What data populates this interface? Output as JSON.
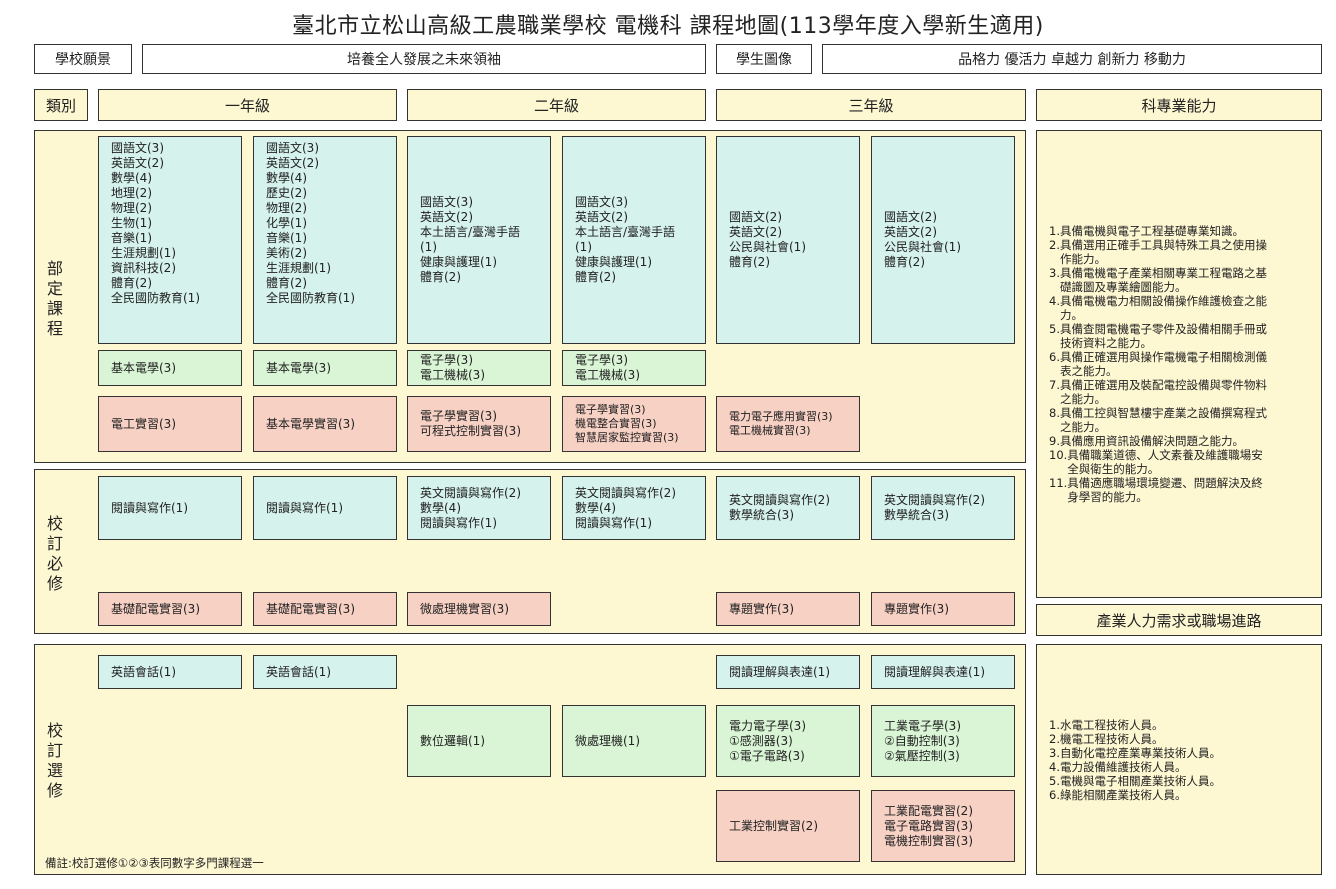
{
  "title": "臺北市立松山高級工農職業學校 電機科 課程地圖(113學年度入學新生適用)",
  "header": {
    "vision_label": "學校願景",
    "vision_value": "培養全人發展之未來領袖",
    "student_label": "學生圖像",
    "student_value": "品格力 優活力 卓越力 創新力 移動力"
  },
  "columns": {
    "category": "類別",
    "grade1": "一年級",
    "grade2": "二年級",
    "grade3": "三年級",
    "abilities": "科專業能力"
  },
  "sections": {
    "required": "部定課程",
    "school_required": "校訂必修",
    "school_elective": "校訂選修"
  },
  "required": {
    "general": [
      [
        "國語文(3)",
        "英語文(2)",
        "數學(4)",
        "地理(2)",
        "物理(2)",
        "生物(1)",
        "音樂(1)",
        "生涯規劃(1)",
        "資訊科技(2)",
        "體育(2)",
        "全民國防教育(1)"
      ],
      [
        "國語文(3)",
        "英語文(2)",
        "數學(4)",
        "歷史(2)",
        "物理(2)",
        "化學(1)",
        "音樂(1)",
        "美術(2)",
        "生涯規劃(1)",
        "體育(2)",
        "全民國防教育(1)"
      ],
      [
        "國語文(3)",
        "英語文(2)",
        "本土語言/臺灣手語",
        "(1)",
        "健康與護理(1)",
        "體育(2)"
      ],
      [
        "國語文(3)",
        "英語文(2)",
        "本土語言/臺灣手語",
        "(1)",
        "健康與護理(1)",
        "體育(2)"
      ],
      [
        "國語文(2)",
        "英語文(2)",
        "公民與社會(1)",
        "體育(2)"
      ],
      [
        "國語文(2)",
        "英語文(2)",
        "公民與社會(1)",
        "體育(2)"
      ]
    ],
    "professional": [
      [
        "基本電學(3)"
      ],
      [
        "基本電學(3)"
      ],
      [
        "電子學(3)",
        "電工機械(3)"
      ],
      [
        "電子學(3)",
        "電工機械(3)"
      ]
    ],
    "practice": [
      [
        "電工實習(3)"
      ],
      [
        "基本電學實習(3)"
      ],
      [
        "電子學實習(3)",
        "可程式控制實習(3)"
      ],
      [
        "電子學實習(3)",
        "機電整合實習(3)",
        "智慧居家監控實習(3)"
      ],
      [
        "電力電子應用實習(3)",
        "電工機械實習(3)"
      ]
    ]
  },
  "school_required": {
    "courses": [
      [
        "閱讀與寫作(1)"
      ],
      [
        "閱讀與寫作(1)"
      ],
      [
        "英文閱讀與寫作(2)",
        "數學(4)",
        "閱讀與寫作(1)"
      ],
      [
        "英文閱讀與寫作(2)",
        "數學(4)",
        "閱讀與寫作(1)"
      ],
      [
        "英文閱讀與寫作(2)",
        "數學統合(3)"
      ],
      [
        "英文閱讀與寫作(2)",
        "數學統合(3)"
      ]
    ],
    "practice": [
      "基礎配電實習(3)",
      "基礎配電實習(3)",
      "微處理機實習(3)",
      "專題實作(3)",
      "專題實作(3)"
    ]
  },
  "school_elective": {
    "row1": [
      "英語會話(1)",
      "英語會話(1)",
      "閱讀理解與表達(1)",
      "閱讀理解與表達(1)"
    ],
    "row2": [
      [
        "數位邏輯(1)"
      ],
      [
        "微處理機(1)"
      ],
      [
        "電力電子學(3)",
        "①感測器(3)",
        "①電子電路(3)"
      ],
      [
        "工業電子學(3)",
        "②自動控制(3)",
        "②氣壓控制(3)"
      ]
    ],
    "row3": [
      [
        "工業控制實習(2)"
      ],
      [
        "工業配電實習(2)",
        "電子電路實習(3)",
        "電機控制實習(3)"
      ]
    ],
    "note": "備註:校訂選修①②③表同數字多門課程選一"
  },
  "abilities": [
    "1.具備電機與電子工程基礎專業知識。",
    "2.具備選用正確手工具與特殊工具之使用操",
    "   作能力。",
    "3.具備電機電子產業相關專業工程電路之基",
    "   礎識圖及專業繪圖能力。",
    "4.具備電機電力相關設備操作維護檢查之能",
    "   力。",
    "5.具備查閱電機電子零件及設備相關手冊或",
    "   技術資料之能力。",
    "6.具備正確選用與操作電機電子相關檢測儀",
    "   表之能力。",
    "7.具備正確選用及裝配電控設備與零件物料",
    "   之能力。",
    "8.具備工控與智慧樓宇產業之設備撰寫程式",
    "   之能力。",
    "9.具備應用資訊設備解決問題之能力。",
    "10.具備職業道德、人文素養及維護職場安",
    "     全與衛生的能力。",
    "11.具備適應職場環境變遷、問題解決及終",
    "     身學習的能力。"
  ],
  "careers_title": "產業人力需求或職場進路",
  "careers": [
    "1.水電工程技術人員。",
    "2.機電工程技術人員。",
    "3.自動化電控產業專業技術人員。",
    "4.電力設備維護技術人員。",
    "5.電機與電子相關產業技術人員。",
    "6.綠能相關產業技術人員。"
  ],
  "colors": {
    "section_bg": "#fdf7d2",
    "teal": "#d6f2ec",
    "green": "#d9f5d5",
    "pink": "#f8d1c5"
  }
}
